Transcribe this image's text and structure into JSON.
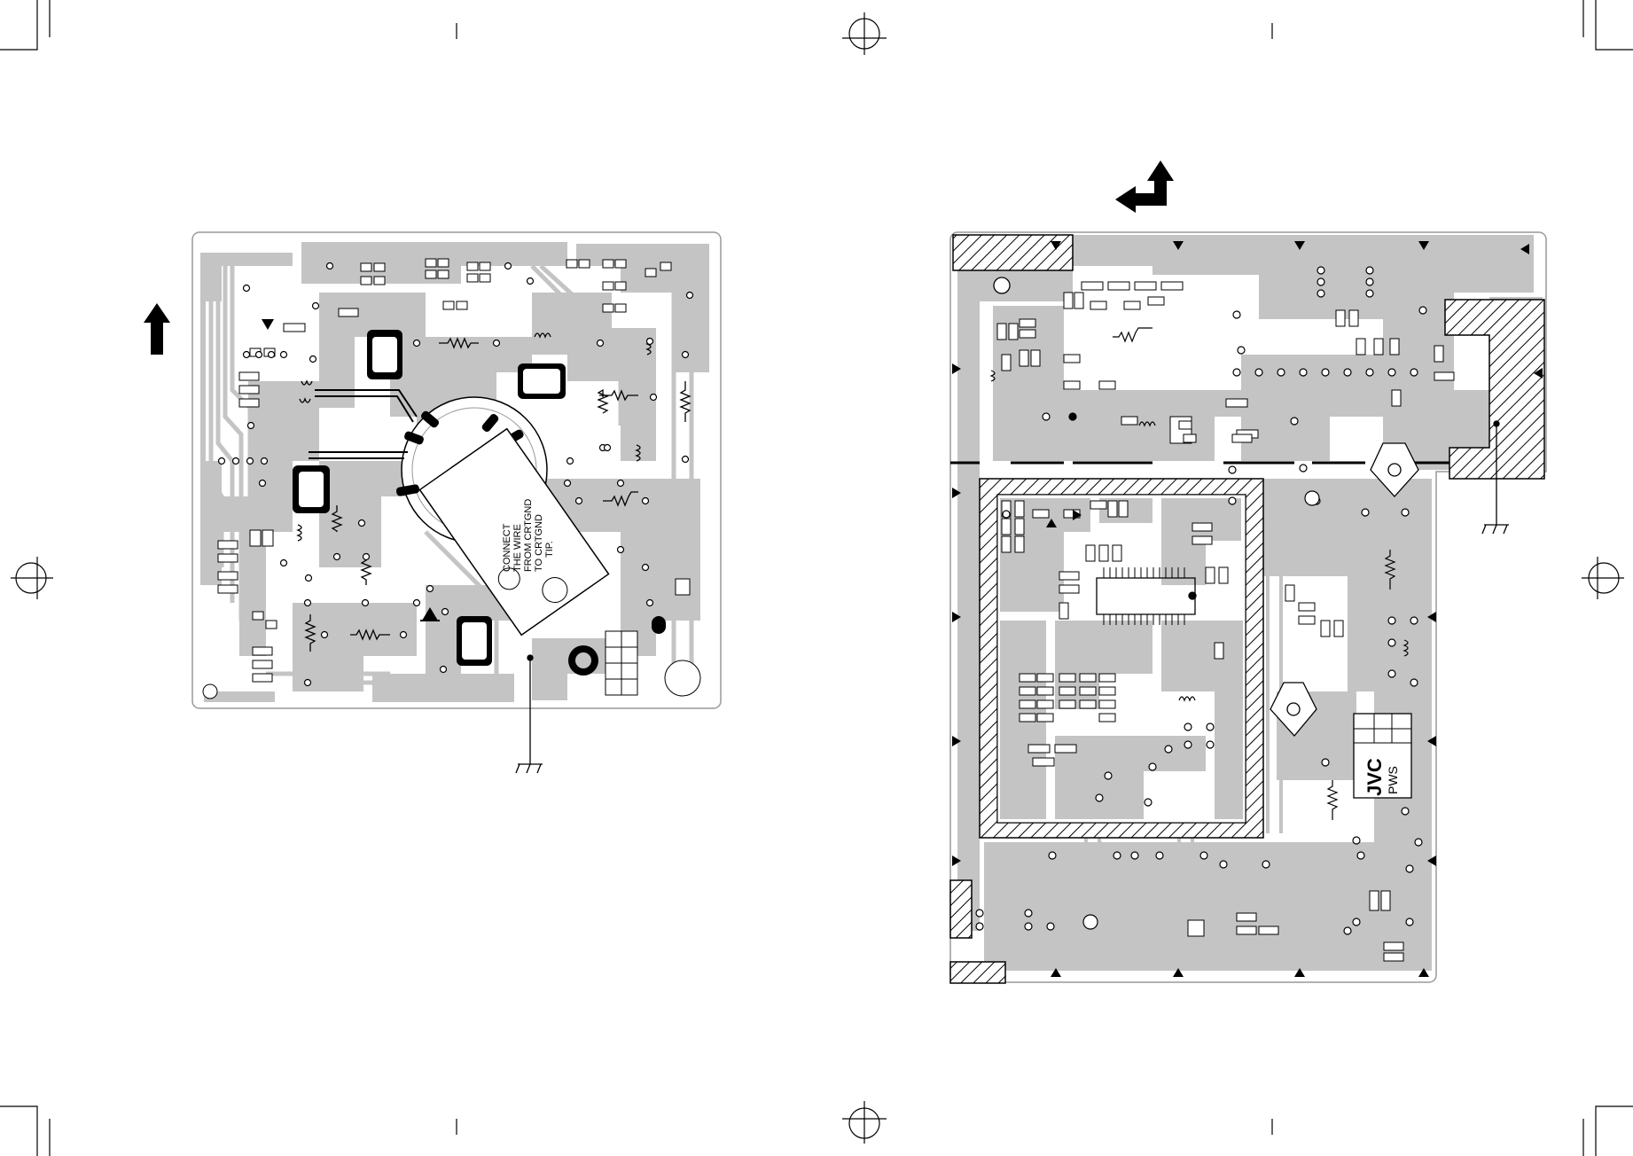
{
  "sheet": {
    "colors": {
      "copper": "#c4c4c4",
      "ink": "#000000",
      "board_edge": "#999999",
      "paper": "#ffffff"
    }
  },
  "left_board": {
    "orientation_arrow_icon": "arrow-up-icon",
    "note_lines": [
      "CONNECT",
      "THE WIRE",
      "FROM CRTGND",
      "TO CRTGND",
      "TIP."
    ],
    "ground_icon": "ground-symbol-icon"
  },
  "right_board": {
    "orientation_arrow_icon": "arrow-up-left-bent-icon",
    "logo": {
      "brand": "JVC",
      "code": "PWS"
    },
    "ground_icon": "ground-symbol-icon"
  }
}
